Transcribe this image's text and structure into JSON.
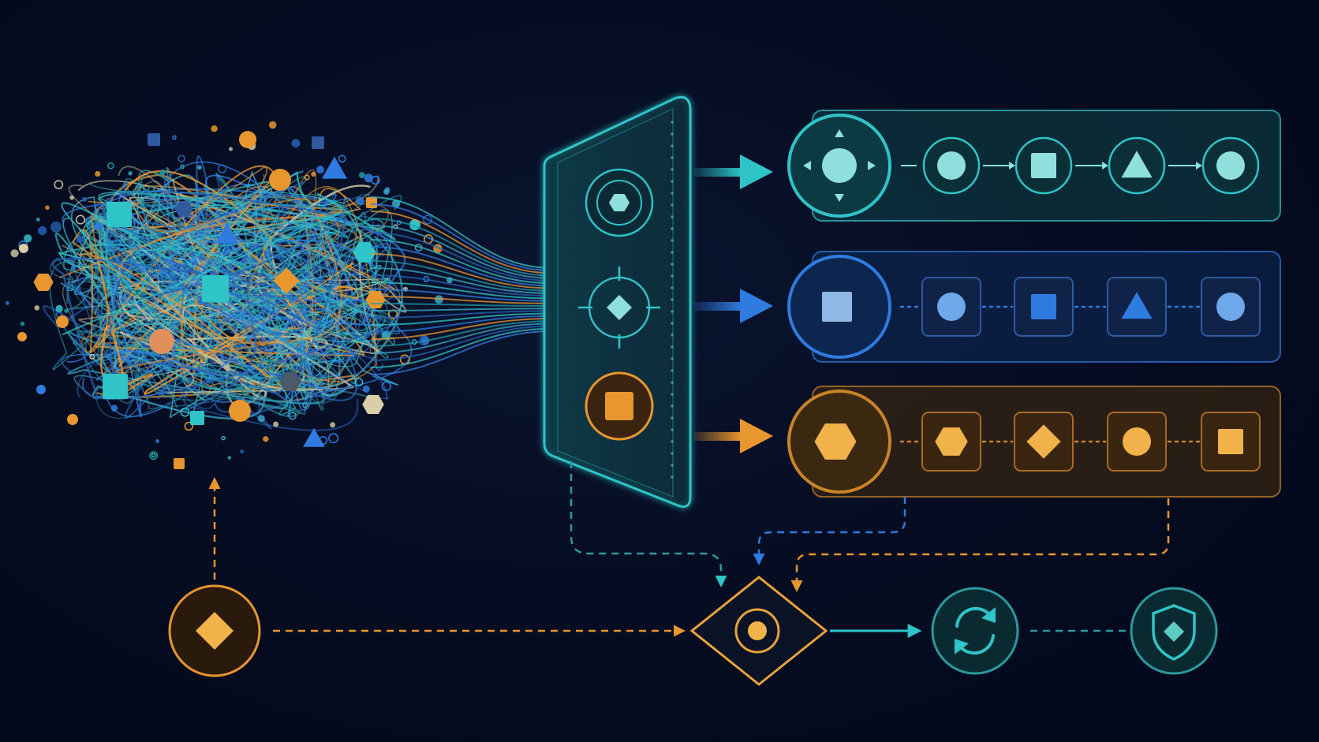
{
  "colors": {
    "background": "#050b1e",
    "teal": "#2ec4c8",
    "teal_light": "#8fe0dc",
    "blue": "#2f7be0",
    "blue_light": "#6fa8ea",
    "orange": "#e8962e",
    "orange_light": "#f2b24a",
    "cream": "#d8cfa8"
  },
  "tangle": {
    "description_icons": [
      "square-icon",
      "circle-icon",
      "triangle-icon",
      "hexagon-icon",
      "diamond-icon"
    ]
  },
  "filter": {
    "slots": [
      {
        "icon": "hexagon-icon",
        "color": "teal"
      },
      {
        "icon": "crosshair-diamond-icon",
        "color": "teal"
      },
      {
        "icon": "square-icon",
        "color": "orange"
      }
    ]
  },
  "pipelines": [
    {
      "color": "teal",
      "lead_icon": "dpad-circle-icon",
      "steps": [
        "circle-icon",
        "square-icon",
        "triangle-icon",
        "circle-icon"
      ]
    },
    {
      "color": "blue",
      "lead_icon": "square-icon",
      "steps": [
        "circle-icon",
        "square-icon",
        "triangle-icon",
        "circle-icon"
      ]
    },
    {
      "color": "orange",
      "lead_icon": "hexagon-icon",
      "steps": [
        "hexagon-icon",
        "diamond-icon",
        "circle-icon",
        "square-icon"
      ]
    }
  ],
  "bottom_flow": {
    "source_icon": "diamond-icon",
    "decision_icon": "target-icon",
    "sync_icon": "refresh-icon",
    "secure_icon": "shield-icon"
  }
}
